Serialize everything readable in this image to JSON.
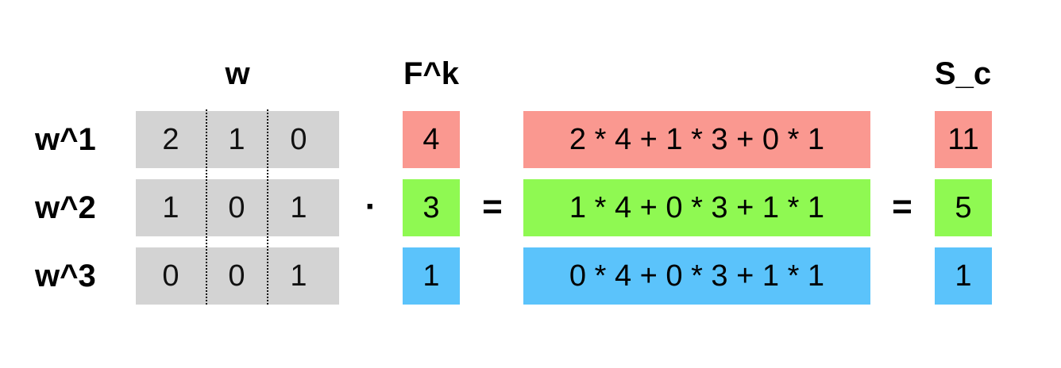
{
  "headers": {
    "w": "w",
    "fk": "F^k",
    "sc": "S_c"
  },
  "rows": [
    {
      "label": "w^1",
      "w": [
        "2",
        "1",
        "0"
      ],
      "fk": "4",
      "expr": "2 * 4 + 1 * 3 + 0 * 1",
      "sc": "11"
    },
    {
      "label": "w^2",
      "w": [
        "1",
        "0",
        "1"
      ],
      "fk": "3",
      "expr": "1 * 4 + 0 * 3 + 1 * 1",
      "sc": "5"
    },
    {
      "label": "w^3",
      "w": [
        "0",
        "0",
        "1"
      ],
      "fk": "1",
      "expr": "0 * 4 + 0 * 3 + 1 * 1",
      "sc": "1"
    }
  ],
  "operators": {
    "dot": "·",
    "eq1": "=",
    "eq2": "="
  },
  "colors": {
    "row1": "#fa9890",
    "row2": "#8ff952",
    "row3": "#5bc3fb",
    "matrix": "#d3d3d3"
  }
}
